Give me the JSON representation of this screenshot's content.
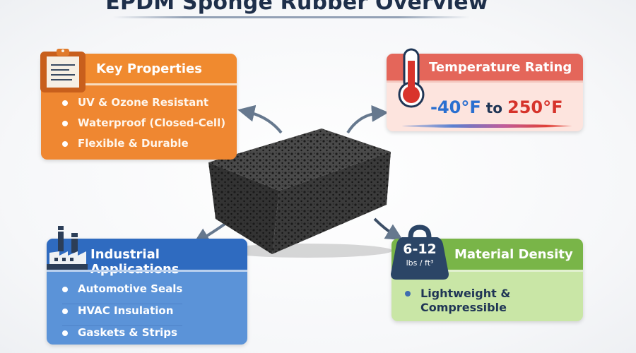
{
  "title": "EPDM Sponge Rubber Overview",
  "key_properties": {
    "heading": "Key Properties",
    "icon": "clipboard-icon",
    "color": "#f08a2f",
    "items": [
      "UV & Ozone Resistant",
      "Waterproof (Closed-Cell)",
      "Flexible & Durable"
    ]
  },
  "temperature": {
    "heading": "Temperature Rating",
    "icon": "thermometer-icon",
    "color": "#e4665a",
    "low": "-40°F",
    "connector": " to ",
    "high": "250°F"
  },
  "industrial": {
    "heading": "Industrial Applications",
    "icon": "factory-icon",
    "color": "#2f6bc0",
    "items": [
      "Automotive Seals",
      "HVAC Insulation",
      "Gaskets & Strips"
    ]
  },
  "density": {
    "heading": "Material Density",
    "icon": "weight-icon",
    "color": "#79b548",
    "value": "6-12",
    "unit": "lbs / ft³",
    "items": [
      "Lightweight & Compressible"
    ]
  }
}
